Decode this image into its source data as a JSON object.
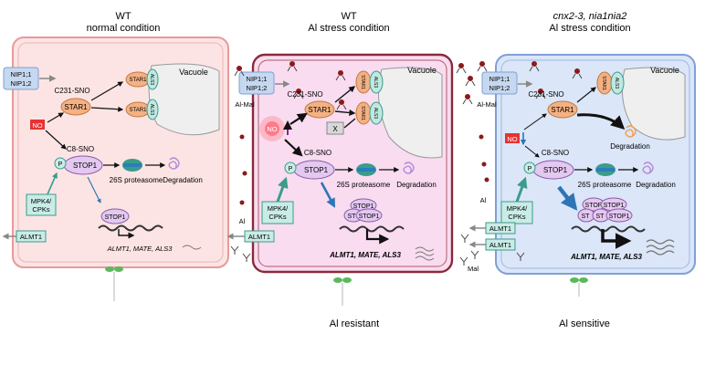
{
  "panels": [
    {
      "title": "WT",
      "subtitle": "normal condition",
      "transporters": [
        "NIP1;1",
        "NIP1;2"
      ],
      "vacuole": "Vacuole",
      "star1_sno": "C231-SNO",
      "star1": "STAR1",
      "als3": [
        "ALS3",
        "ALS3"
      ],
      "no": "NO",
      "stop1_sno": "C8-SNO",
      "stop1": "STOP1",
      "p": "P",
      "proteasome": "26S proteasome",
      "degradation": "Degradation",
      "kinase": [
        "MPK4/",
        "CPKs"
      ],
      "stop1_dna": "STOP1",
      "almt1": "ALMT1",
      "genes": "ALMT1, MATE, ALS3"
    },
    {
      "title": "WT",
      "subtitle": "Al stress condition",
      "transporters": [
        "NIP1;1",
        "NIP1;2"
      ],
      "al_mal": "Al-Mal",
      "vacuole": "Vacuole",
      "star1_sno": "C231-SNO",
      "star1": "STAR1",
      "als3": [
        "ALS3",
        "ALS3"
      ],
      "x": "X",
      "no": "NO",
      "stop1_sno": "C8-SNO",
      "stop1": "STOP1",
      "p": "P",
      "proteasome": "26S proteasome",
      "degradation": "Degradation",
      "kinase": [
        "MPK4/",
        "CPKs"
      ],
      "stop1_dna": [
        "STOP1",
        "ST",
        "STOP1"
      ],
      "al": "Al",
      "almt1": "ALMT1",
      "genes": "ALMT1, MATE, ALS3",
      "caption": "Al resistant"
    },
    {
      "title": "cnx2-3, nia1nia2",
      "subtitle": "Al stress condition",
      "transporters": [
        "NIP1;1",
        "NIP1;2"
      ],
      "al_mal": "Al-Mal",
      "vacuole": "Vacuole",
      "star1_sno": "C231-SNO",
      "star1": "STAR1",
      "als3": "ALS3",
      "star1_degradation": "Degradation",
      "no": "NO",
      "stop1_sno": "C8-SNO",
      "stop1": "STOP1",
      "p": "P",
      "proteasome": "26S proteasome",
      "degradation": "Degradation",
      "kinase": [
        "MPK4/",
        "CPKs"
      ],
      "stop1_dna": [
        "STOP",
        "STOP1",
        "ST",
        "ST",
        "STOP1"
      ],
      "al": "Al",
      "almt1": [
        "ALMT1",
        "ALMT1"
      ],
      "mal": "Mal",
      "genes": "ALMT1, MATE, ALS3",
      "caption": "Al sensitive"
    }
  ],
  "colors": {
    "wt_normal_fill": "#fde4e4",
    "wt_normal_stroke": "#e79a9a",
    "wt_stress_fill": "#f9dcf0",
    "wt_stress_stroke": "#8a2a3a",
    "mutant_fill": "#dbe6f8",
    "mutant_stroke": "#7f9fd6",
    "star1_fill": "#f4b183",
    "als3_fill": "#bfe8e0",
    "stop1_fill": "#e3c8f0",
    "kinase_fill": "#c9ece6",
    "no_red": "#e53333",
    "arrow_blue": "#2e75b6",
    "teal": "#3b9c8a",
    "al_dot": "#8b1a1a",
    "plant_green": "#5cb85c"
  },
  "icons": [
    "plant-icon",
    "al-mal-complex-icon",
    "proteasome-icon",
    "degradation-icon",
    "dna-icon",
    "mal-icon",
    "al-dot-icon"
  ]
}
